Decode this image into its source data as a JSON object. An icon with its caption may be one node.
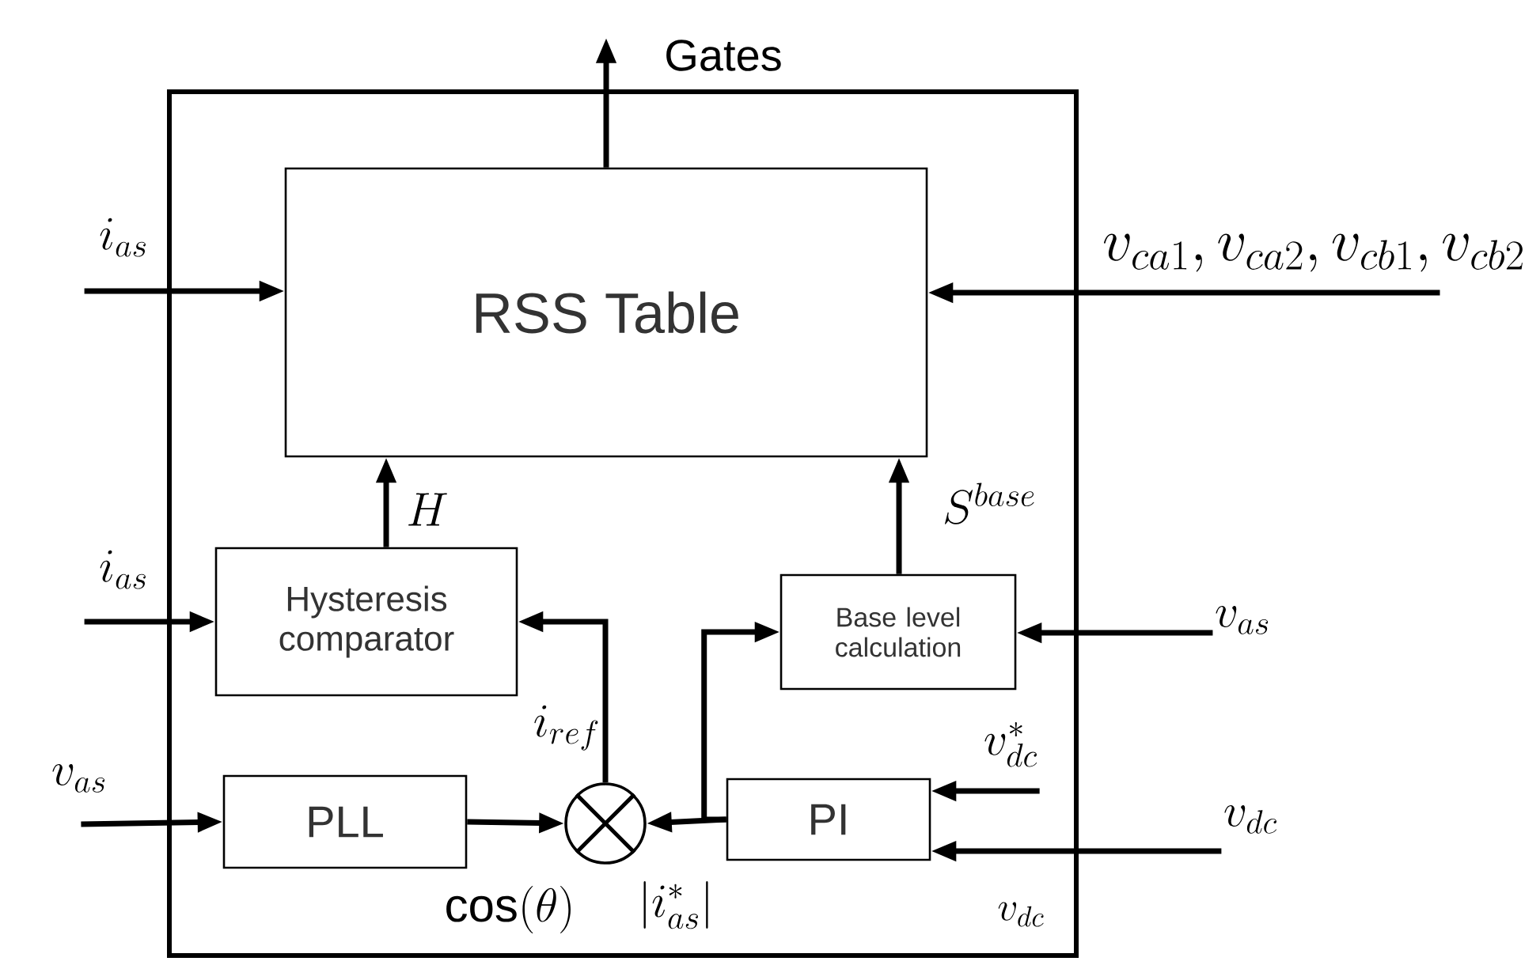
{
  "diagram": {
    "nodes": [
      {
        "text": [],
        "shape": "box"
      },
      {
        "text": [
          "RSS Table"
        ],
        "in": 0
      },
      {
        "text": [
          "Hysteresis comparator"
        ],
        "in": 0
      },
      {
        "text": [
          "Base level calculation"
        ],
        "in": 0
      },
      {
        "text": [
          "PLL"
        ],
        "in": 0
      },
      {
        "text": [],
        "shape": "circle",
        "in": 0
      },
      {
        "text": [
          "PI"
        ],
        "in": 0
      },
      {
        "text": [
          "Gates"
        ]
      },
      {
        "text": [
          "i_{as}"
        ]
      },
      {
        "text": [
          "v_{ca1},v_{ca2},v_{cb1},v_{cb2}"
        ]
      },
      {
        "text": [
          "i_{as}"
        ]
      },
      {
        "text": [
          "v_{as}"
        ]
      },
      {
        "text": [
          "v_{as}"
        ]
      },
      {
        "text": [
          "v^*_{dc}"
        ],
        "in": 0
      },
      {
        "text": [
          "v_{dc}"
        ]
      }
    ],
    "edges": [
      {
        "from": 1,
        "to": 7,
        "arrow": "to"
      },
      {
        "from": 8,
        "to": 1,
        "arrow": "to"
      },
      {
        "from": 9,
        "to": 1,
        "arrow": "to"
      },
      {
        "from": 2,
        "to": 1,
        "arrow": "to",
        "label": "H"
      },
      {
        "from": 3,
        "to": 1,
        "arrow": "to",
        "label": "S^{base}"
      },
      {
        "from": 10,
        "to": 2,
        "arrow": "to"
      },
      {
        "from": 5,
        "to": 2,
        "arrow": "to",
        "label": "i_{ref}"
      },
      {
        "from": 6,
        "to": 3,
        "arrow": "to"
      },
      {
        "from": 6,
        "to": 5,
        "arrow": "to",
        "label": "\\left|i^*_{as}\\right|"
      },
      {
        "from": 11,
        "to": 3,
        "arrow": "to"
      },
      {
        "from": 12,
        "to": 4,
        "arrow": "to"
      },
      {
        "from": 4,
        "to": 5,
        "arrow": "to",
        "label": "\\cos(\\theta)"
      },
      {
        "from": 13,
        "to": 6,
        "arrow": "to"
      },
      {
        "from": 14,
        "to": 6,
        "arrow": "to"
      }
    ],
    "labels": [
      "v_{dc}"
    ]
  }
}
